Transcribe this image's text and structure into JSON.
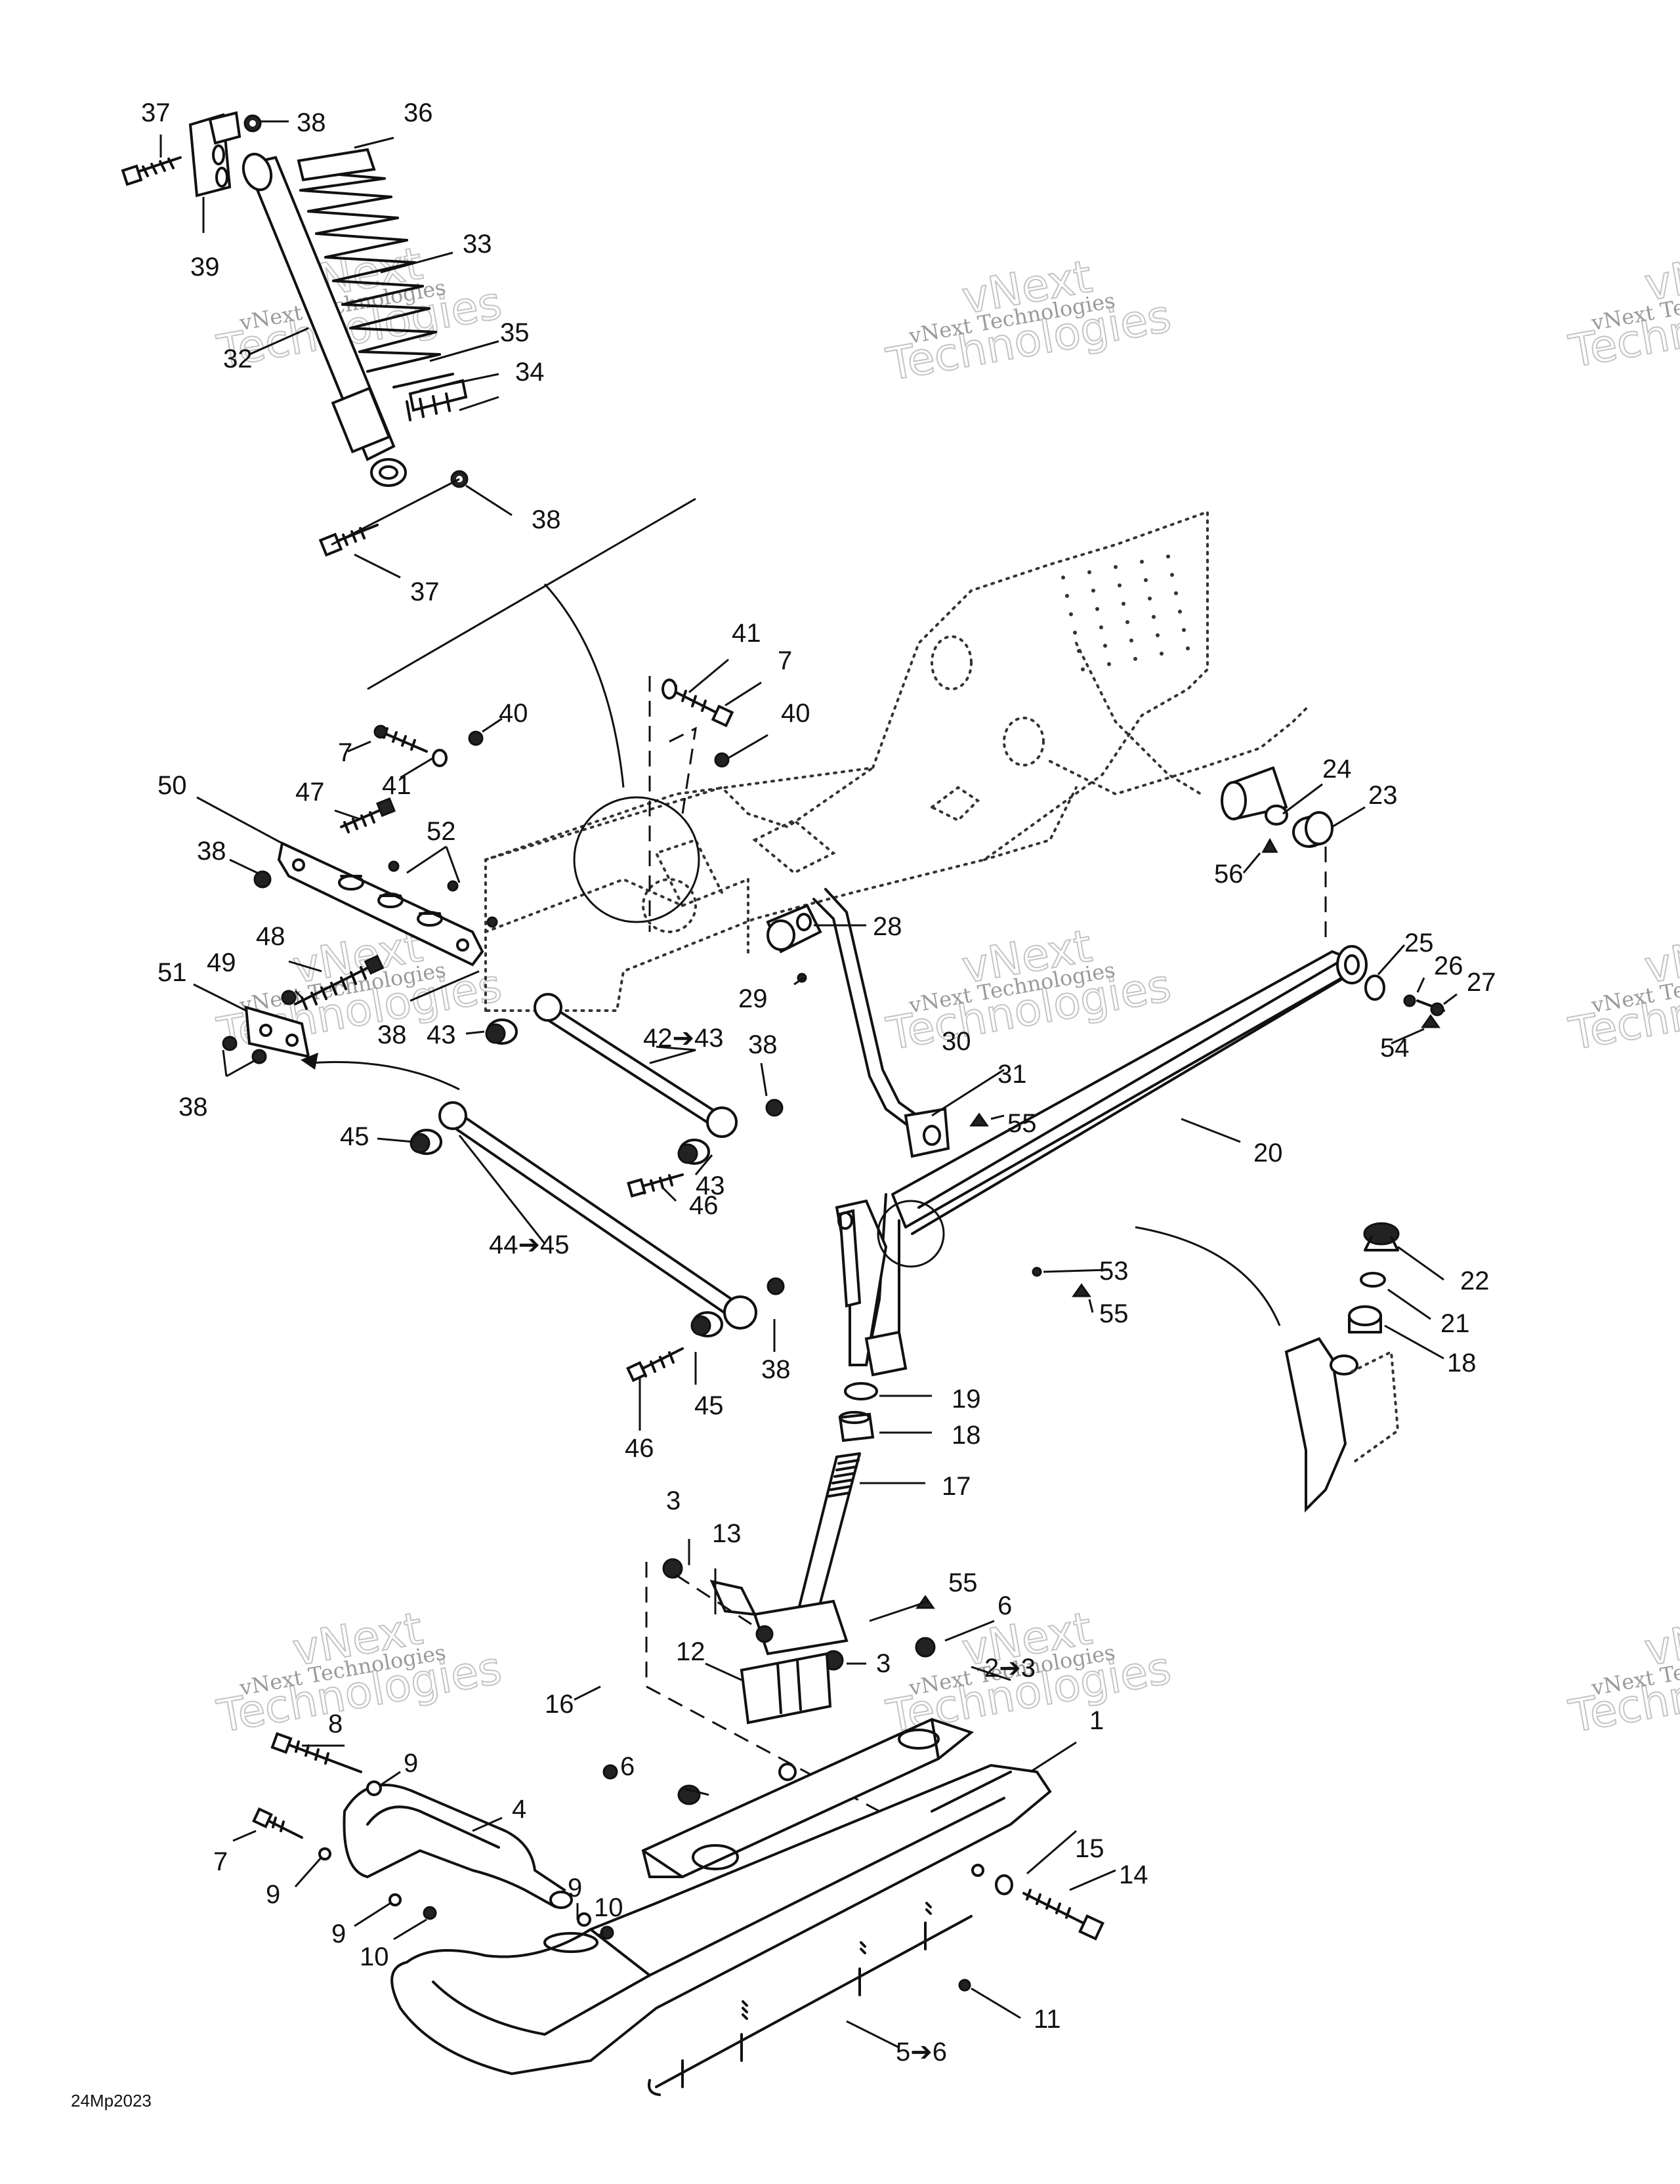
{
  "reference": "24Mp2023",
  "watermark": {
    "line1": "vNext Technologies",
    "line2": "vNext",
    "line3": "Technologies"
  },
  "callouts": {
    "c1": "1",
    "c2": "2➔3",
    "c3a": "3",
    "c3b": "3",
    "c4": "4",
    "c5": "5➔6",
    "c6a": "6",
    "c6b": "6",
    "c7a": "7",
    "c7b": "7",
    "c7c": "7",
    "c8": "8",
    "c9a": "9",
    "c9b": "9",
    "c9c": "9",
    "c10a": "10",
    "c10b": "10",
    "c11": "11",
    "c12": "12",
    "c13": "13",
    "c14": "14",
    "c15": "15",
    "c16": "16",
    "c17": "17",
    "c18a": "18",
    "c18b": "18",
    "c19": "19",
    "c20": "20",
    "c21": "21",
    "c22": "22",
    "c23": "23",
    "c24": "24",
    "c25": "25",
    "c26": "26",
    "c27": "27",
    "c28": "28",
    "c29": "29",
    "c30": "30",
    "c31": "31",
    "c32": "32",
    "c33": "33",
    "c34": "34",
    "c35": "35",
    "c36": "36",
    "c37a": "37",
    "c37b": "37",
    "c38a": "38",
    "c38b": "38",
    "c38c": "38",
    "c38d": "38",
    "c38e": "38",
    "c38f": "38",
    "c38g": "38",
    "c39": "39",
    "c40a": "40",
    "c40b": "40",
    "c41a": "41",
    "c41b": "41",
    "c42": "42➔43",
    "c43a": "43",
    "c43b": "43",
    "c44": "44➔45",
    "c45a": "45",
    "c45b": "45",
    "c46a": "46",
    "c46b": "46",
    "c47": "47",
    "c48": "48",
    "c49": "49",
    "c50": "50",
    "c51": "51",
    "c52": "52",
    "c53": "53",
    "c54": "54",
    "c55a": "55",
    "c55b": "55",
    "c55c": "55",
    "c56": "56"
  }
}
